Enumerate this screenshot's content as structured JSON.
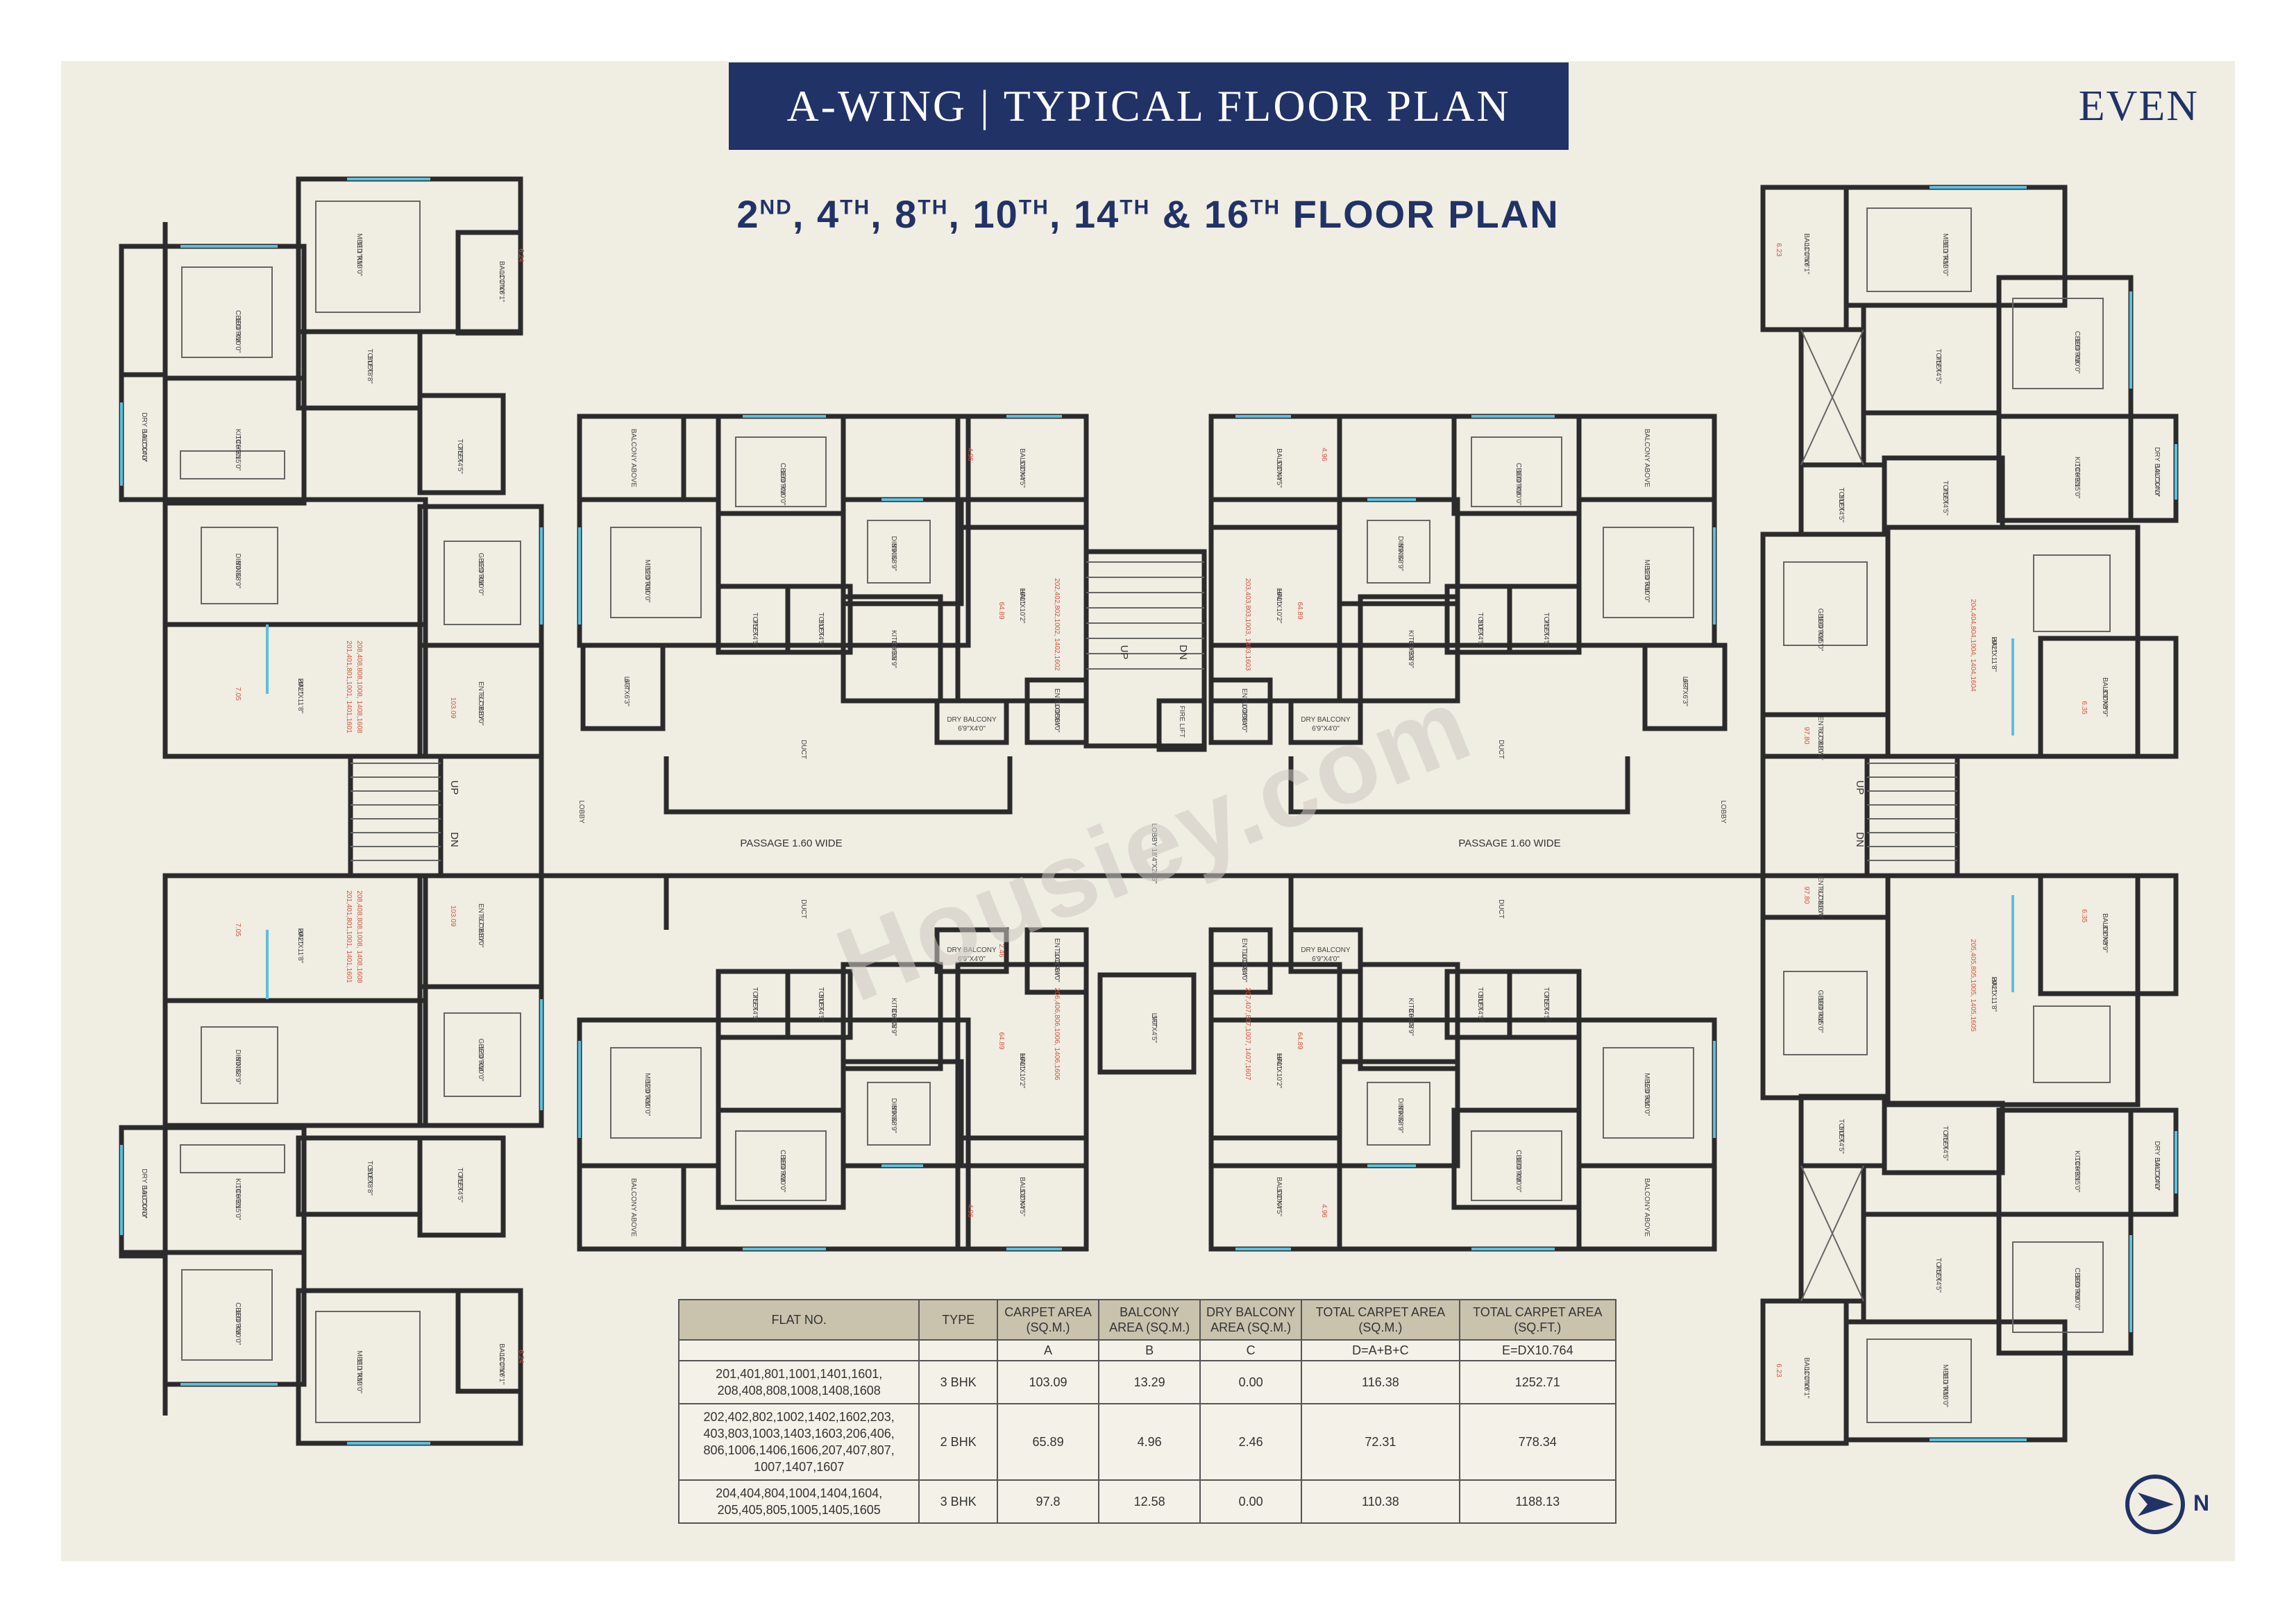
{
  "title": "A-WING | TYPICAL FLOOR PLAN",
  "tag": "EVEN",
  "subtitle": {
    "floors": [
      {
        "num": "2",
        "suf": "ND",
        "sep": ", "
      },
      {
        "num": "4",
        "suf": "TH",
        "sep": ", "
      },
      {
        "num": "8",
        "suf": "TH",
        "sep": ", "
      },
      {
        "num": "10",
        "suf": "TH",
        "sep": ", "
      },
      {
        "num": "14",
        "suf": "TH",
        "sep": " & "
      },
      {
        "num": "16",
        "suf": "TH",
        "sep": " "
      }
    ],
    "tail": "FLOOR PLAN"
  },
  "watermark": "Housiey.com",
  "center": {
    "passage_left": "PASSAGE 1.60 WIDE",
    "passage_right": "PASSAGE 1.60 WIDE",
    "lobby": "LOBBY",
    "duct": "DUCT",
    "lift": "LIFT",
    "up": "UP",
    "dn": "DN",
    "fire_lift": "FIRE LIFT",
    "lift_size": "6'3\"X6'3\"",
    "lobby_center": "LOBBY 18'4\"X28'3\""
  },
  "rooms": {
    "balcony": "BALCONY",
    "balcony_above": "BALCONY ABOVE",
    "mbed": "MBED RM",
    "cbed": "CBED RM",
    "gbed": "GBED RM",
    "kitchen": "KITCHEN",
    "dining": "DINING",
    "hall": "HALL",
    "toilet": "TOILET",
    "dry_balcony": "DRY BALCONY",
    "dry_balcony_size": "6'9\"X4'0\"",
    "ent_lobby": "ENT LOBBY",
    "sizes": [
      "11'1\"X6'1\"",
      "11'1\"X13'0\"",
      "10'0\"X10'0\"",
      "12'0\"X10'0\"",
      "10'0\"X15'0\"",
      "8'9\"X8'9\"",
      "16'0\"X10'2\"",
      "8'0\"X8'9\"",
      "5'0\"X4'5\"",
      "5'0\"X8'8\"",
      "7'5\"X4'5\"",
      "20'2\"X11'8\"",
      "6'7\"X10'0\"",
      "10'0\"X4'0\""
    ],
    "red_values": [
      "6.24",
      "7.05",
      "103.09",
      "4.96",
      "64.89",
      "2.46",
      "97.80",
      "6.35",
      "6.23"
    ],
    "unit_codes": [
      "201,401,801,1001, 1401,1601",
      "208,408,808,1008, 1408,1608",
      "202,402,802,1002, 1402,1602",
      "203,403,803,1003, 1403,1603",
      "206,406,806,1006, 1406,1606",
      "207,407,807,1007, 1407,1607",
      "204,404,804,1004, 1404,1604",
      "205,405,805,1005, 1405,1605"
    ]
  },
  "table": {
    "headers": [
      "FLAT NO.",
      "TYPE",
      "CARPET AREA (SQ.M.)",
      "BALCONY AREA (SQ.M.)",
      "DRY BALCONY AREA (SQ.M.)",
      "TOTAL CARPET AREA (SQ.M.)",
      "TOTAL CARPET AREA (SQ.FT.)"
    ],
    "subheaders": [
      "",
      "",
      "A",
      "B",
      "C",
      "D=A+B+C",
      "E=DX10.764"
    ],
    "rows": [
      {
        "flat_no": "201,401,801,1001,1401,1601, 208,408,808,1008,1408,1608",
        "type": "3 BHK",
        "carpet": "103.09",
        "balcony": "13.29",
        "dry_balcony": "0.00",
        "total_sqm": "116.38",
        "total_sqft": "1252.71"
      },
      {
        "flat_no": "202,402,802,1002,1402,1602,203, 403,803,1003,1403,1603,206,406, 806,1006,1406,1606,207,407,807, 1007,1407,1607",
        "type": "2 BHK",
        "carpet": "65.89",
        "balcony": "4.96",
        "dry_balcony": "2.46",
        "total_sqm": "72.31",
        "total_sqft": "778.34"
      },
      {
        "flat_no": "204,404,804,1004,1404,1604, 205,405,805,1005,1405,1605",
        "type": "3 BHK",
        "carpet": "97.8",
        "balcony": "12.58",
        "dry_balcony": "0.00",
        "total_sqm": "110.38",
        "total_sqft": "1188.13"
      }
    ]
  },
  "north_label": "N",
  "colors": {
    "navy": "#213267",
    "paper": "#f0ede3",
    "wall": "#2b2b2b",
    "window": "#5bc0de",
    "red": "#d2553f"
  }
}
